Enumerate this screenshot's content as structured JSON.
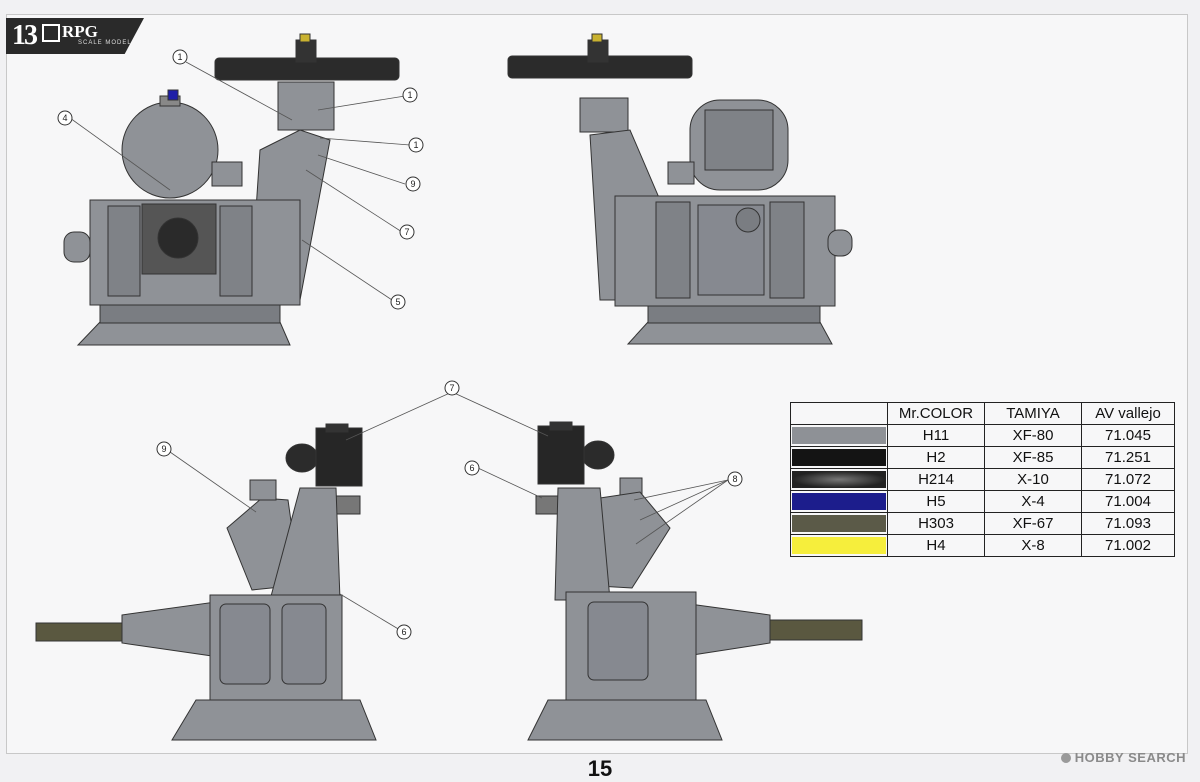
{
  "header": {
    "page_badge_number": "13",
    "brand": "RPG",
    "brand_sub": "SCALE MODEL"
  },
  "callouts": [
    "1",
    "1",
    "1",
    "9",
    "7",
    "5",
    "4",
    "7",
    "9",
    "6",
    "6",
    "8"
  ],
  "color_table": {
    "headers": [
      "",
      "Mr.COLOR",
      "TAMIYA",
      "AV vallejo"
    ],
    "rows": [
      {
        "swatch": "#8e9196",
        "mr_color": "H11",
        "tamiya": "XF-80",
        "vallejo": "71.045"
      },
      {
        "swatch": "#141414",
        "mr_color": "H2",
        "tamiya": "XF-85",
        "vallejo": "71.251"
      },
      {
        "swatch": "#3a3a3a",
        "mr_color": "H214",
        "tamiya": "X-10",
        "vallejo": "71.072"
      },
      {
        "swatch": "#1c1d8c",
        "mr_color": "H5",
        "tamiya": "X-4",
        "vallejo": "71.004"
      },
      {
        "swatch": "#5b5a48",
        "mr_color": "H303",
        "tamiya": "XF-67",
        "vallejo": "71.093"
      },
      {
        "swatch": "#f6ee3c",
        "mr_color": "H4",
        "tamiya": "X-8",
        "vallejo": "71.002"
      }
    ]
  },
  "page_number": "15",
  "watermark": "HOBBY SEARCH"
}
